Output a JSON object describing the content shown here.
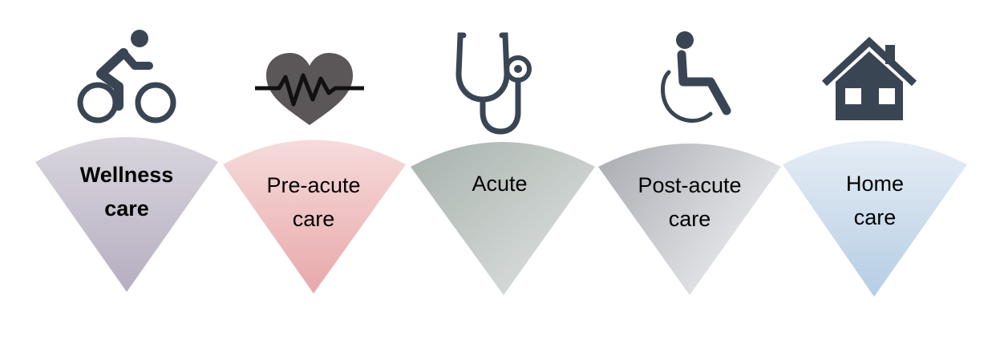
{
  "stages": [
    {
      "label_line1": "Wellness",
      "label_line2": "care",
      "bold": true,
      "icon": "bicycle-icon",
      "fill_top": "#d9d6de",
      "fill_bottom": "#b6aec0"
    },
    {
      "label_line1": "Pre-acute",
      "label_line2": "care",
      "bold": false,
      "icon": "heartbeat-icon",
      "fill_top": "#f6dbdb",
      "fill_bottom": "#e8a8aa"
    },
    {
      "label_line1": "Acute",
      "label_line2": "",
      "bold": false,
      "icon": "stethoscope-icon",
      "fill_top": "#a7b2ad",
      "fill_bottom": "#e2e5e3"
    },
    {
      "label_line1": "Post-acute",
      "label_line2": "care",
      "bold": false,
      "icon": "wheelchair-icon",
      "fill_top": "#a9abb2",
      "fill_bottom": "#ebecee"
    },
    {
      "label_line1": "Home",
      "label_line2": "care",
      "bold": false,
      "icon": "house-icon",
      "fill_top": "#e6edf5",
      "fill_bottom": "#b5cde4"
    }
  ],
  "colors": {
    "icon_dark": "#3a4554",
    "icon_heart": "#5b5658",
    "icon_line": "#111111"
  }
}
